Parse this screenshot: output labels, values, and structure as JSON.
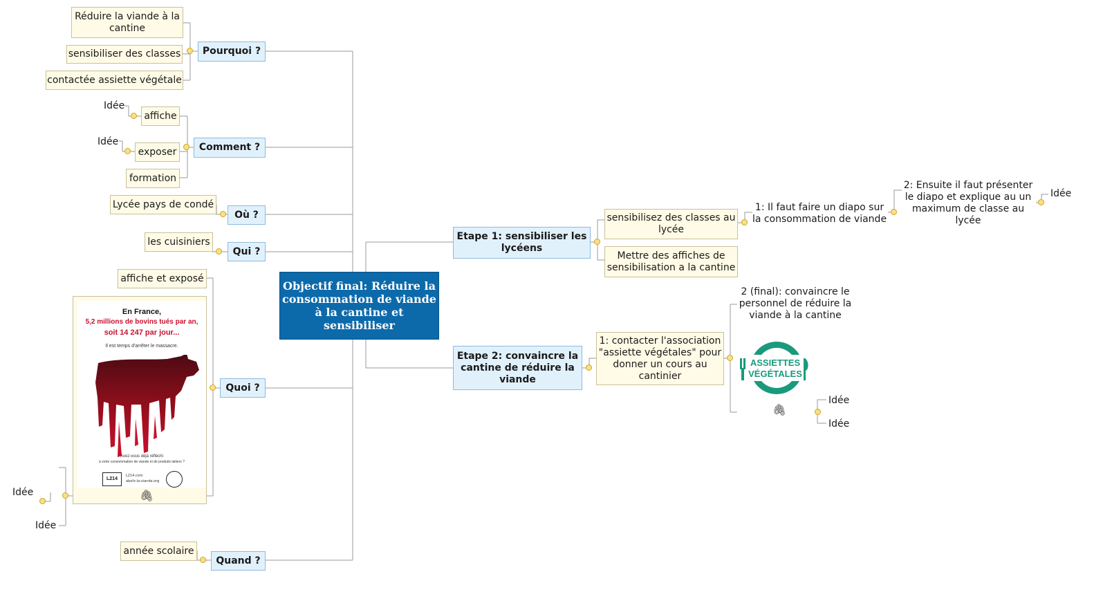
{
  "central": {
    "title": "Objectif final: Réduire la consommation de viande à la cantine et sensibiliser"
  },
  "left": {
    "pourquoi": {
      "label": "Pourquoi ?",
      "children": [
        "Réduire la viande à la cantine",
        "sensibiliser des classes",
        "contactée assiette végétale"
      ]
    },
    "comment": {
      "label": "Comment ?",
      "children": [
        "affiche",
        "exposer",
        "formation"
      ],
      "notes": [
        "Idée",
        "Idée"
      ]
    },
    "ou": {
      "label": "Où ?",
      "children": [
        "Lycée pays de condé"
      ]
    },
    "qui": {
      "label": "Qui ?",
      "children": [
        "les cuisiniers"
      ]
    },
    "quoi": {
      "label": "Quoi ?",
      "children": [
        "affiche et exposé"
      ],
      "notes": [
        "Idée",
        "Idée"
      ],
      "poster": {
        "line1": "En France,",
        "line2": "5,2 millions de bovins tués par an,",
        "line3": "soit 14 247 par jour...",
        "line4": "Il est temps d'arrêter le massacre.",
        "line5": "Avez-vous déjà réfléchi",
        "line6": "à votre consommation de viande et de produits laitiers ?",
        "logo_text": "L214",
        "site1": "L214.com",
        "site2": "abolir-la-viande.org"
      }
    },
    "quand": {
      "label": "Quand ?",
      "children": [
        "année scolaire"
      ]
    }
  },
  "right": {
    "etape1": {
      "label": "Etape 1: sensibiliser les lycéens",
      "children": [
        "sensibilisez des classes au lycée",
        "Mettre des affiches de sensibilisation a la cantine"
      ],
      "step1": "1: Il faut faire un diapo sur la consommation de viande",
      "step2": "2: Ensuite il faut présenter le diapo et explique au un maximum de classe au lycée",
      "note": "Idée"
    },
    "etape2": {
      "label": "Etape 2: convaincre la cantine de réduire la viande",
      "child": "1: contacter l'association \"assiette végétales\" pour donner un cours au cantinier",
      "final": "2 (final): convaincre le personnel de réduire la viande à la cantine",
      "logo_line1": "ASSIETTES",
      "logo_line2": "VÉGÉTALES",
      "notes": [
        "Idée",
        "Idée"
      ]
    }
  },
  "icons": [
    "paperclip-icon",
    "collapse-icon"
  ],
  "colors": {
    "central": "#0c6aab",
    "topic": "#e1f1fc",
    "subtopic": "#fffbe6",
    "connector": "#9a9a9a",
    "logo_green": "#1a9a7c",
    "poster_red": "#c8102e"
  }
}
